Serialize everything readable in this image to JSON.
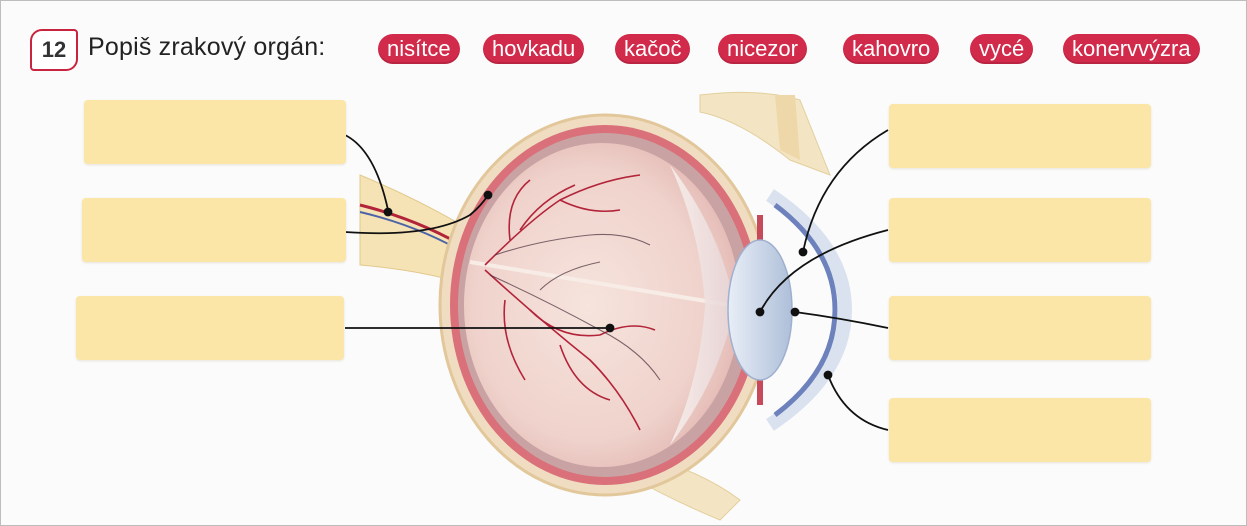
{
  "task": {
    "number": "12",
    "prompt": "Popiš zrakový orgán:"
  },
  "word_bank": [
    "nisítce",
    "hovkadu",
    "kačoč",
    "nicezor",
    "kahovro",
    "vycé",
    "konervvýzra"
  ],
  "label_boxes": {
    "left": [
      {
        "value": ""
      },
      {
        "value": ""
      },
      {
        "value": ""
      }
    ],
    "right": [
      {
        "value": ""
      },
      {
        "value": ""
      },
      {
        "value": ""
      },
      {
        "value": ""
      }
    ]
  },
  "colors": {
    "accent": "#d22a4a",
    "box_fill": "#fbe6a8",
    "vessel_red": "#b3243a",
    "eye_pink": "#e9a3a3",
    "lens_blue": "#c4d3ea"
  }
}
